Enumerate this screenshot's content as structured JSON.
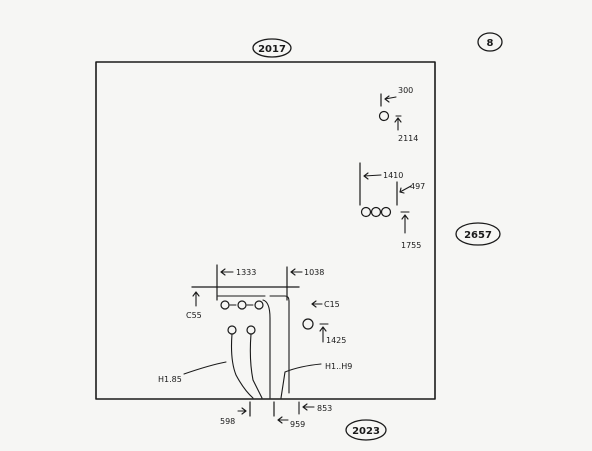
{
  "labels": {
    "top_dim": "2017",
    "page_num": "8",
    "right_dim": "2657",
    "bottom_dim": "2023",
    "top_right_a": "300",
    "top_right_b": "2114",
    "mid_right_a": "1410",
    "mid_right_b": "497",
    "mid_right_c": "1755",
    "cluster_a": "1333",
    "cluster_b": "1038",
    "cluster_c": "C55",
    "cluster_d": "C15",
    "cluster_e": "1425",
    "left_note": "H1.85",
    "right_note": "H1..H9",
    "bottom_a": "598",
    "bottom_b": "959",
    "bottom_c": "853"
  },
  "colors": {
    "ink": "#1a1a1a",
    "paper": "#f6f6f4"
  }
}
